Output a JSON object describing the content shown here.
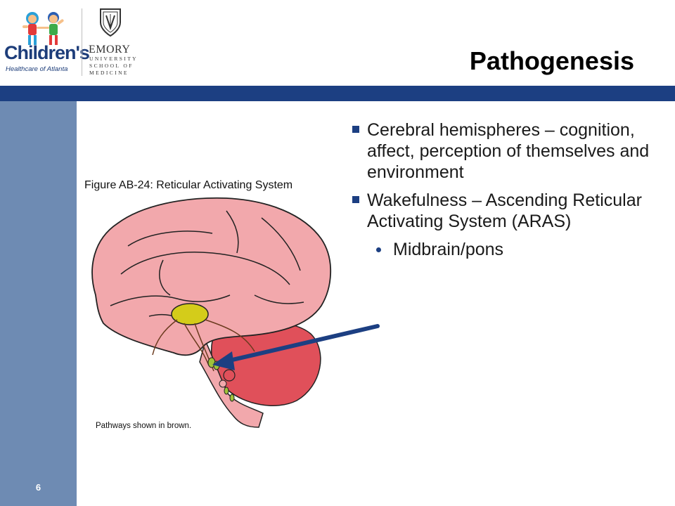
{
  "logos": {
    "childrens_name": "Children's",
    "childrens_tagline": "Healthcare of Atlanta",
    "emory_name": "EMORY",
    "emory_sub": "UNIVERSITY SCHOOL OF MEDICINE"
  },
  "slide": {
    "title": "Pathogenesis",
    "number": "6"
  },
  "figure": {
    "caption": "Figure AB-24: Reticular Activating System",
    "footnote": "Pathways shown in brown."
  },
  "bullets": [
    {
      "text": "Cerebral hemispheres – cognition, affect, perception of themselves and environment"
    },
    {
      "text": "Wakefulness – Ascending Reticular Activating System (ARAS)"
    }
  ],
  "sub_bullets": [
    {
      "text": "Midbrain/pons"
    }
  ],
  "colors": {
    "header_bar": "#1c3f82",
    "side_bar": "#6e8bb3",
    "cerebrum": "#f2a8ac",
    "cerebellum": "#e0505a",
    "thalamus": "#d4cc1a",
    "arrow": "#1c3f82"
  },
  "icons": [
    "childrens-kids-logo-icon",
    "emory-shield-icon",
    "square-bullet-icon",
    "round-bullet-icon",
    "arrow-icon"
  ]
}
